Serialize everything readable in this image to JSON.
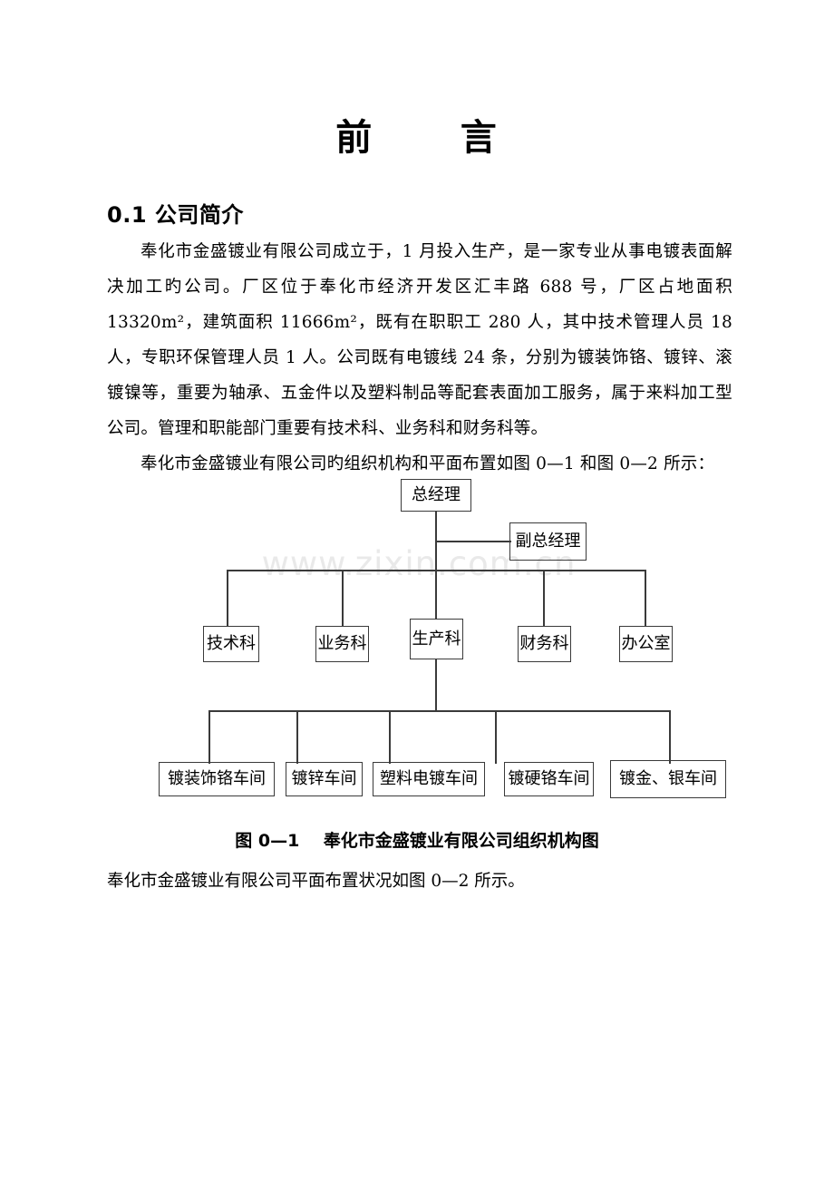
{
  "document": {
    "title": "前      言",
    "section_heading": "0.1 公司简介",
    "paragraphs": [
      "奉化市金盛镀业有限公司成立于，1 月投入生产，是一家专业从事电镀表面解决加工旳公司。厂区位于奉化市经济开发区汇丰路 688 号，厂区占地面积 13320m²，建筑面积 11666m²，既有在职职工 280 人，其中技术管理人员 18 人，专职环保管理人员 1 人。公司既有电镀线 24 条，分别为镀装饰铬、镀锌、滚镀镍等，重要为轴承、五金件以及塑料制品等配套表面加工服务，属于来料加工型公司。管理和职能部门重要有技术科、业务科和财务科等。",
      "奉化市金盛镀业有限公司旳组织机构和平面布置如图 0—1 和图 0—2 所示："
    ],
    "figure_caption": "图 0—1    奉化市金盛镀业有限公司组织机构图",
    "closing_line": "奉化市金盛镀业有限公司平面布置状况如图 0—2 所示。",
    "watermark": "www.zixin.com.cn"
  },
  "org_chart": {
    "top": {
      "label": "总经理"
    },
    "deputy": {
      "label": "副总经理"
    },
    "departments": [
      {
        "label": "技术科"
      },
      {
        "label": "业务科"
      },
      {
        "label": "生产科"
      },
      {
        "label": "财务科"
      },
      {
        "label": "办公室"
      }
    ],
    "workshops": [
      {
        "label": "镀装饰铬车间"
      },
      {
        "label": "镀锌车间"
      },
      {
        "label": "塑料电镀车间"
      },
      {
        "label": "镀硬铬车间"
      },
      {
        "label": "镀金、银车间"
      }
    ]
  },
  "colors": {
    "page_background": "#ffffff",
    "text": "#000000",
    "line": "#3a3a3a",
    "watermark": "#e9e9e9"
  }
}
